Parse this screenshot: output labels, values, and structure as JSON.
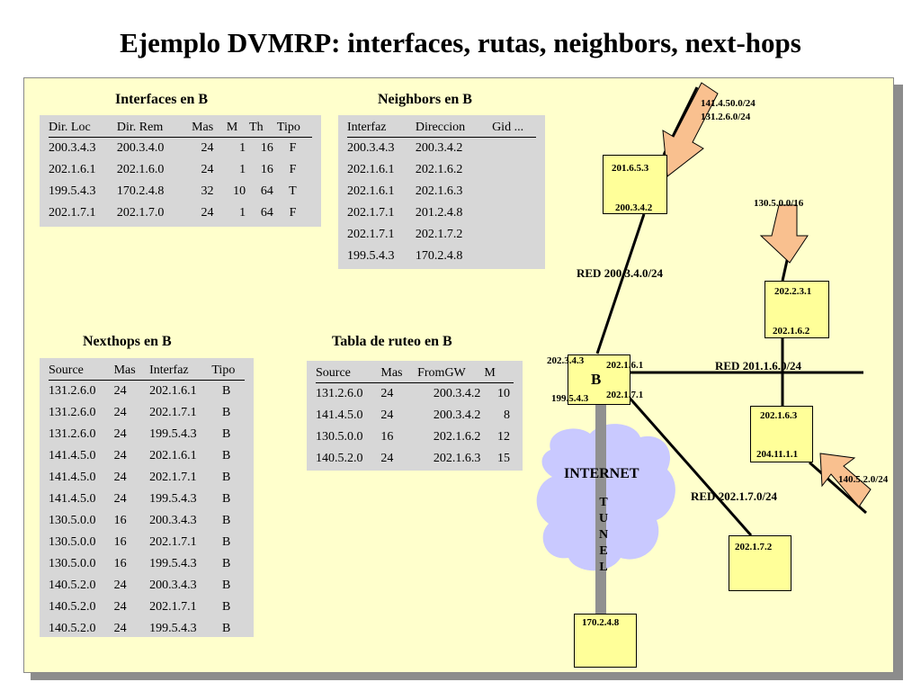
{
  "title": "Ejemplo DVMRP: interfaces, rutas, neighbors, next-hops",
  "interfaces": {
    "heading": "Interfaces en B",
    "headers": [
      "Dir. Loc",
      "Dir. Rem",
      "Mas",
      "M",
      "Th",
      "Tipo"
    ],
    "rows": [
      [
        "200.3.4.3",
        "200.3.4.0",
        "24",
        "1",
        "16",
        "F"
      ],
      [
        "202.1.6.1",
        "202.1.6.0",
        "24",
        "1",
        "16",
        "F"
      ],
      [
        "199.5.4.3",
        "170.2.4.8",
        "32",
        "10",
        "64",
        "T"
      ],
      [
        "202.1.7.1",
        "202.1.7.0",
        "24",
        "1",
        "64",
        "F"
      ]
    ]
  },
  "neighbors": {
    "heading": "Neighbors en B",
    "headers": [
      "Interfaz",
      "Direccion",
      "Gid ..."
    ],
    "rows": [
      [
        "200.3.4.3",
        "200.3.4.2",
        ""
      ],
      [
        "202.1.6.1",
        "202.1.6.2",
        ""
      ],
      [
        "202.1.6.1",
        "202.1.6.3",
        ""
      ],
      [
        "202.1.7.1",
        "201.2.4.8",
        ""
      ],
      [
        "202.1.7.1",
        "202.1.7.2",
        ""
      ],
      [
        "199.5.4.3",
        "170.2.4.8",
        ""
      ]
    ]
  },
  "nexthops": {
    "heading": "Nexthops en B",
    "headers": [
      "Source",
      "Mas",
      "Interfaz",
      "Tipo"
    ],
    "rows": [
      [
        "131.2.6.0",
        "24",
        "202.1.6.1",
        "B"
      ],
      [
        "131.2.6.0",
        "24",
        "202.1.7.1",
        "B"
      ],
      [
        "131.2.6.0",
        "24",
        "199.5.4.3",
        "B"
      ],
      [
        "141.4.5.0",
        "24",
        "202.1.6.1",
        "B"
      ],
      [
        "141.4.5.0",
        "24",
        "202.1.7.1",
        "B"
      ],
      [
        "141.4.5.0",
        "24",
        "199.5.4.3",
        "B"
      ],
      [
        "130.5.0.0",
        "16",
        "200.3.4.3",
        "B"
      ],
      [
        "130.5.0.0",
        "16",
        "202.1.7.1",
        "B"
      ],
      [
        "130.5.0.0",
        "16",
        "199.5.4.3",
        "B"
      ],
      [
        "140.5.2.0",
        "24",
        "200.3.4.3",
        "B"
      ],
      [
        "140.5.2.0",
        "24",
        "202.1.7.1",
        "B"
      ],
      [
        "140.5.2.0",
        "24",
        "199.5.4.3",
        "B"
      ]
    ]
  },
  "routing": {
    "heading": "Tabla de ruteo  en B",
    "headers": [
      "Source",
      "Mas",
      "FromGW",
      "M"
    ],
    "rows": [
      [
        "131.2.6.0",
        "24",
        "200.3.4.2",
        "10"
      ],
      [
        "141.4.5.0",
        "24",
        "200.3.4.2",
        "8"
      ],
      [
        "130.5.0.0",
        "16",
        "202.1.6.2",
        "12"
      ],
      [
        "140.5.2.0",
        "24",
        "202.1.6.3",
        "15"
      ]
    ]
  },
  "diagram": {
    "router_b": {
      "label": "B",
      "ip_tl": "202.3.4.3",
      "ip_tr": "202.1.6.1",
      "ip_bl": "199.5.4.3",
      "ip_br": "202.1.7.1"
    },
    "r1": {
      "top": "201.6.5.3",
      "bottom": "200.3.4.2"
    },
    "r2": {
      "top": "202.2.3.1",
      "bottom": "202.1.6.2"
    },
    "r3": {
      "top": "202.1.6.3",
      "bottom": "204.11.1.1"
    },
    "r4": {
      "top": "202.1.7.2"
    },
    "r5": {
      "top": "170.2.4.8"
    },
    "source_a": [
      "141.4.50.0/24",
      "131.2.6.0/24"
    ],
    "source_b": "130.5.0.0/16",
    "source_c": "140.5.2.0/24",
    "red1": "RED 200.3.4.0/24",
    "red2": "RED 201.1.6.0/24",
    "red3": "RED 202.1.7.0/24",
    "internet": "INTERNET",
    "tunnel": [
      "T",
      "U",
      "N",
      "E",
      "L"
    ],
    "colors": {
      "panel": "#ffffcc",
      "box": "#ffff99",
      "table": "#d7d7d7",
      "arrow": "#f9c08f",
      "cloud": "#c9c9ff",
      "tunnel": "#909090"
    }
  }
}
